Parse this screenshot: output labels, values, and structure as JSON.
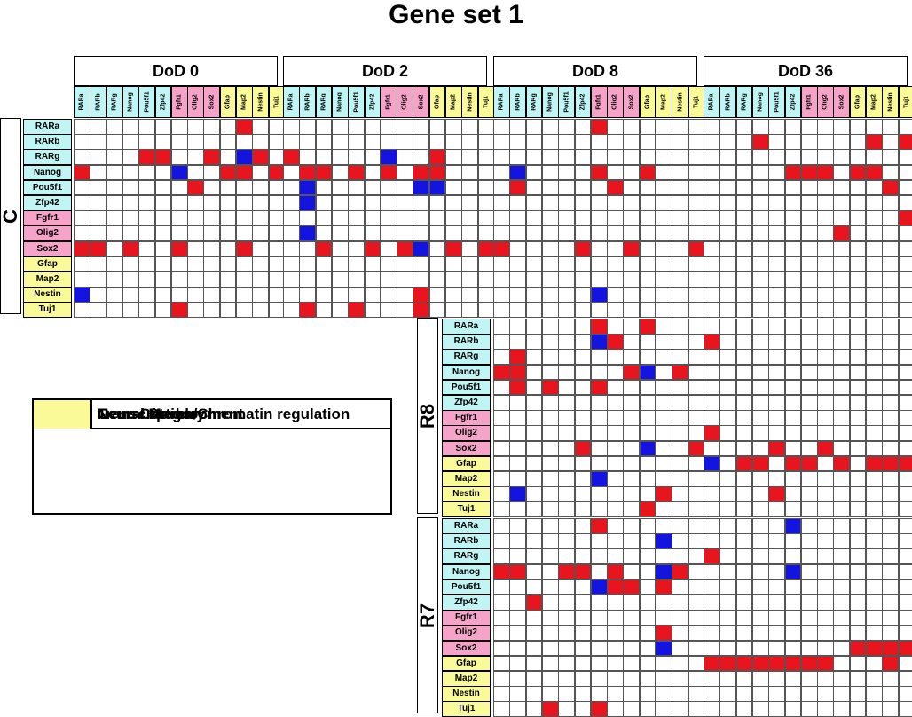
{
  "chart_data": {
    "type": "heatmap",
    "title": "Gene set 1",
    "panels": [
      "DoD 0",
      "DoD 2",
      "DoD 8",
      "DoD 36"
    ],
    "genes": [
      "RARa",
      "RARb",
      "RARg",
      "Nanog",
      "Pou5f1",
      "Zfp42",
      "Fgfr1",
      "Olig2",
      "Sox2",
      "Gfap",
      "Map2",
      "Nestin",
      "Tuj1"
    ],
    "gene_categories": [
      "tc",
      "tc",
      "tc",
      "tc",
      "tc",
      "tc",
      "nd",
      "nd",
      "nd",
      "nm",
      "nm",
      "nm",
      "nm"
    ],
    "colors": {
      "tc": "#bff5f5",
      "nd": "#f5a3c8",
      "nm": "#fafa98",
      "up": "#e8141e",
      "down": "#1414e0",
      "empty": "#ffffff"
    },
    "groups": [
      {
        "name": "C",
        "panels": [
          [
            [
              10,
              "r"
            ]
          ],
          [],
          [
            [
              4,
              "r"
            ],
            [
              5,
              "r"
            ],
            [
              8,
              "r"
            ],
            [
              10,
              "b"
            ],
            [
              11,
              "r"
            ]
          ],
          [
            [
              0,
              "r"
            ],
            [
              6,
              "b"
            ],
            [
              9,
              "r"
            ],
            [
              10,
              "r"
            ],
            [
              12,
              "r"
            ]
          ],
          [
            [
              7,
              "r"
            ]
          ],
          [],
          [],
          [],
          [
            [
              0,
              "r"
            ],
            [
              1,
              "r"
            ],
            [
              3,
              "r"
            ],
            [
              6,
              "r"
            ],
            [
              10,
              "r"
            ]
          ],
          [],
          [],
          [
            [
              0,
              "b"
            ]
          ],
          [
            [
              6,
              "r"
            ]
          ]
        ],
        "panels_b": [
          [],
          [],
          [
            [
              0,
              "r"
            ],
            [
              6,
              "b"
            ],
            [
              9,
              "r"
            ]
          ],
          [
            [
              1,
              "r"
            ],
            [
              2,
              "r"
            ],
            [
              4,
              "r"
            ],
            [
              6,
              "r"
            ],
            [
              8,
              "r"
            ],
            [
              9,
              "r"
            ]
          ],
          [
            [
              1,
              "b"
            ],
            [
              8,
              "b"
            ],
            [
              9,
              "b"
            ]
          ],
          [
            [
              1,
              "b"
            ]
          ],
          [],
          [
            [
              1,
              "b"
            ]
          ],
          [
            [
              2,
              "r"
            ],
            [
              5,
              "r"
            ],
            [
              7,
              "r"
            ],
            [
              8,
              "b"
            ],
            [
              10,
              "r"
            ],
            [
              12,
              "r"
            ]
          ],
          [],
          [],
          [
            [
              8,
              "r"
            ]
          ],
          [
            [
              1,
              "r"
            ],
            [
              4,
              "r"
            ],
            [
              8,
              "r"
            ]
          ]
        ],
        "panels_c": [
          [
            [
              6,
              "r"
            ]
          ],
          [],
          [],
          [
            [
              1,
              "b"
            ],
            [
              6,
              "r"
            ],
            [
              9,
              "r"
            ]
          ],
          [
            [
              1,
              "r"
            ],
            [
              7,
              "r"
            ]
          ],
          [],
          [],
          [],
          [
            [
              0,
              "r"
            ],
            [
              5,
              "r"
            ],
            [
              8,
              "r"
            ],
            [
              12,
              "r"
            ]
          ],
          [],
          [],
          [
            [
              6,
              "b"
            ]
          ],
          []
        ],
        "panels_d": [
          [],
          [
            [
              3,
              "r"
            ],
            [
              10,
              "r"
            ],
            [
              12,
              "r"
            ]
          ],
          [],
          [
            [
              5,
              "r"
            ],
            [
              6,
              "r"
            ],
            [
              7,
              "r"
            ],
            [
              9,
              "r"
            ],
            [
              10,
              "r"
            ]
          ],
          [
            [
              11,
              "r"
            ]
          ],
          [],
          [
            [
              12,
              "r"
            ]
          ],
          [
            [
              8,
              "r"
            ]
          ],
          [],
          [],
          [],
          [],
          []
        ]
      },
      {
        "name": "R8",
        "panels_c": [
          [
            [
              6,
              "r"
            ],
            [
              9,
              "r"
            ]
          ],
          [
            [
              6,
              "b"
            ],
            [
              7,
              "r"
            ]
          ],
          [
            [
              1,
              "r"
            ]
          ],
          [
            [
              0,
              "r"
            ],
            [
              1,
              "r"
            ],
            [
              8,
              "r"
            ],
            [
              9,
              "b"
            ],
            [
              11,
              "r"
            ]
          ],
          [
            [
              1,
              "r"
            ],
            [
              3,
              "r"
            ],
            [
              6,
              "r"
            ]
          ],
          [],
          [],
          [],
          [
            [
              5,
              "r"
            ],
            [
              9,
              "b"
            ],
            [
              12,
              "r"
            ]
          ],
          [],
          [
            [
              6,
              "b"
            ]
          ],
          [
            [
              1,
              "b"
            ],
            [
              10,
              "r"
            ]
          ],
          [
            [
              9,
              "r"
            ]
          ]
        ],
        "panels_d": [
          [],
          [
            [
              0,
              "r"
            ]
          ],
          [],
          [],
          [],
          [],
          [],
          [
            [
              0,
              "r"
            ]
          ],
          [
            [
              4,
              "r"
            ],
            [
              7,
              "r"
            ]
          ],
          [
            [
              0,
              "b"
            ],
            [
              2,
              "r"
            ],
            [
              3,
              "r"
            ],
            [
              5,
              "r"
            ],
            [
              6,
              "r"
            ],
            [
              8,
              "r"
            ],
            [
              10,
              "r"
            ],
            [
              11,
              "r"
            ],
            [
              12,
              "r"
            ]
          ],
          [],
          [
            [
              4,
              "r"
            ]
          ],
          []
        ]
      },
      {
        "name": "R7",
        "panels_c": [
          [
            [
              6,
              "r"
            ]
          ],
          [
            [
              10,
              "b"
            ]
          ],
          [],
          [
            [
              0,
              "r"
            ],
            [
              1,
              "r"
            ],
            [
              4,
              "r"
            ],
            [
              5,
              "r"
            ],
            [
              7,
              "r"
            ],
            [
              10,
              "b"
            ],
            [
              11,
              "r"
            ]
          ],
          [
            [
              6,
              "b"
            ],
            [
              7,
              "r"
            ],
            [
              8,
              "r"
            ],
            [
              10,
              "r"
            ]
          ],
          [
            [
              2,
              "r"
            ]
          ],
          [],
          [
            [
              10,
              "r"
            ]
          ],
          [
            [
              10,
              "b"
            ]
          ],
          [],
          [],
          [],
          [
            [
              3,
              "r"
            ],
            [
              6,
              "r"
            ]
          ]
        ],
        "panels_d": [
          [
            [
              5,
              "b"
            ]
          ],
          [],
          [
            [
              0,
              "r"
            ]
          ],
          [
            [
              5,
              "b"
            ]
          ],
          [],
          [],
          [],
          [],
          [
            [
              9,
              "r"
            ],
            [
              10,
              "r"
            ],
            [
              11,
              "r"
            ],
            [
              12,
              "r"
            ]
          ],
          [
            [
              0,
              "r"
            ],
            [
              1,
              "r"
            ],
            [
              2,
              "r"
            ],
            [
              3,
              "r"
            ],
            [
              4,
              "r"
            ],
            [
              5,
              "r"
            ],
            [
              6,
              "r"
            ],
            [
              7,
              "r"
            ],
            [
              11,
              "r"
            ]
          ],
          [],
          [],
          []
        ]
      }
    ]
  },
  "legend": {
    "header": "Gene Category",
    "items": [
      {
        "label": "Transcription/Chromatin regulation",
        "category": "tc"
      },
      {
        "label": "Neural Development",
        "category": "nd"
      },
      {
        "label": "Neural Marker",
        "category": "nm"
      }
    ]
  }
}
